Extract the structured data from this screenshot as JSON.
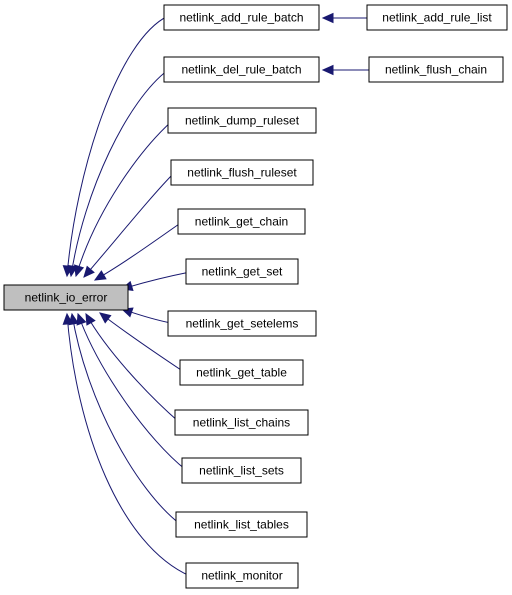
{
  "graph": {
    "nodes": [
      {
        "id": "io_error",
        "label": "netlink_io_error",
        "focus": true
      },
      {
        "id": "add_rule_batch",
        "label": "netlink_add_rule_batch"
      },
      {
        "id": "add_rule_list",
        "label": "netlink_add_rule_list"
      },
      {
        "id": "del_rule_batch",
        "label": "netlink_del_rule_batch"
      },
      {
        "id": "flush_chain",
        "label": "netlink_flush_chain"
      },
      {
        "id": "dump_ruleset",
        "label": "netlink_dump_ruleset"
      },
      {
        "id": "flush_ruleset",
        "label": "netlink_flush_ruleset"
      },
      {
        "id": "get_chain",
        "label": "netlink_get_chain"
      },
      {
        "id": "get_set",
        "label": "netlink_get_set"
      },
      {
        "id": "get_setelems",
        "label": "netlink_get_setelems"
      },
      {
        "id": "get_table",
        "label": "netlink_get_table"
      },
      {
        "id": "list_chains",
        "label": "netlink_list_chains"
      },
      {
        "id": "list_sets",
        "label": "netlink_list_sets"
      },
      {
        "id": "list_tables",
        "label": "netlink_list_tables"
      },
      {
        "id": "monitor",
        "label": "netlink_monitor"
      }
    ],
    "edges": [
      {
        "from": "add_rule_batch",
        "to": "io_error"
      },
      {
        "from": "del_rule_batch",
        "to": "io_error"
      },
      {
        "from": "dump_ruleset",
        "to": "io_error"
      },
      {
        "from": "flush_ruleset",
        "to": "io_error"
      },
      {
        "from": "get_chain",
        "to": "io_error"
      },
      {
        "from": "get_set",
        "to": "io_error"
      },
      {
        "from": "get_setelems",
        "to": "io_error"
      },
      {
        "from": "get_table",
        "to": "io_error"
      },
      {
        "from": "list_chains",
        "to": "io_error"
      },
      {
        "from": "list_sets",
        "to": "io_error"
      },
      {
        "from": "list_tables",
        "to": "io_error"
      },
      {
        "from": "monitor",
        "to": "io_error"
      },
      {
        "from": "add_rule_list",
        "to": "add_rule_batch"
      },
      {
        "from": "flush_chain",
        "to": "del_rule_batch"
      }
    ],
    "colors": {
      "edge": "#191970",
      "focus_fill": "#bfbfbf",
      "node_fill": "#ffffff",
      "border": "#000000"
    }
  }
}
